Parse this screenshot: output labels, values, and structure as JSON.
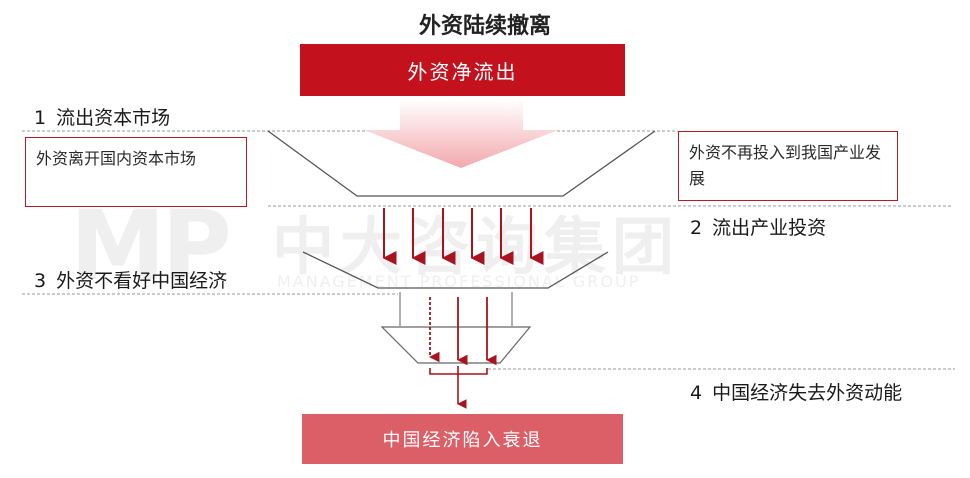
{
  "title": "外资陆续撤离",
  "top_bar": {
    "label": "外资净流出"
  },
  "bottom_bar": {
    "label": "中国经济陷入衰退"
  },
  "steps": [
    {
      "num": "1",
      "label": "流出资本市场"
    },
    {
      "num": "2",
      "label": "流出产业投资"
    },
    {
      "num": "3",
      "label": "外资不看好中国经济"
    },
    {
      "num": "4",
      "label": "中国经济失去外资动能"
    }
  ],
  "boxes": {
    "left": "外资离开国内资本市场",
    "right": "外资不再投入到我国产业发展"
  },
  "watermark": {
    "logo": "MP",
    "cn": "中大咨询集团",
    "en": "MANAGEMENT PROFESSIONAL GROUP"
  },
  "colors": {
    "dark_red": "#c3121e",
    "light_red": "#dc5e66",
    "arrow_red": "#a8131d"
  }
}
